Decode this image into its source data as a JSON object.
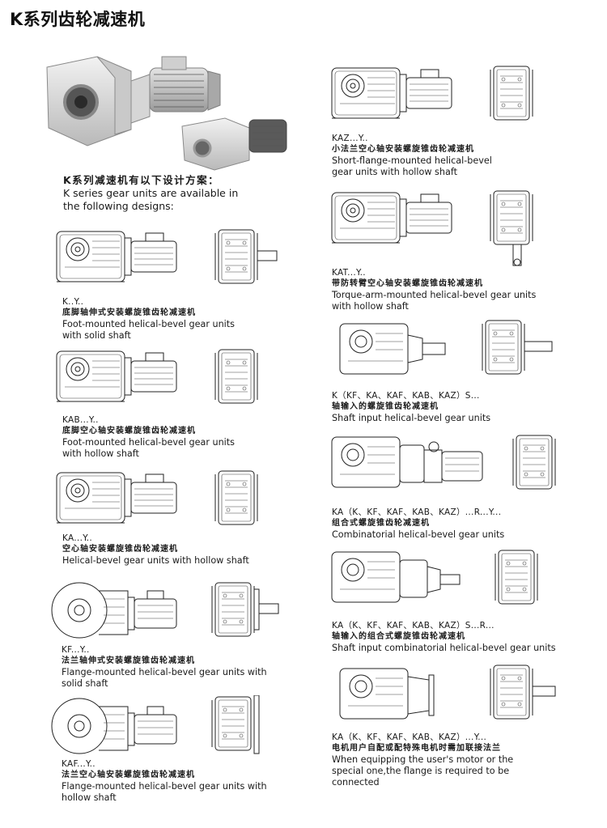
{
  "page_title": "K系列齿轮减速机",
  "intro": {
    "cn": "K系列减速机有以下设计方案：",
    "en_line1": "K series gear units are available in",
    "en_line2": "the following designs:"
  },
  "left_column": [
    {
      "code": "K..Y..",
      "cn": "底脚轴伸式安装螺旋锥齿轮减速机",
      "en1": "Foot-mounted helical-bevel gear units",
      "en2": "with solid shaft"
    },
    {
      "code": "KAB...Y..",
      "cn": "底脚空心轴安装螺旋锥齿轮减速机",
      "en1": "Foot-mounted helical-bevel gear units",
      "en2": "with hollow shaft"
    },
    {
      "code": "KA...Y..",
      "cn": "空心轴安装螺旋锥齿轮减速机",
      "en1": "Helical-bevel gear units with hollow shaft",
      "en2": ""
    },
    {
      "code": "KF...Y..",
      "cn": "法兰轴伸式安装螺旋锥齿轮减速机",
      "en1": "Flange-mounted helical-bevel gear units with",
      "en2": "solid shaft"
    },
    {
      "code": "KAF...Y..",
      "cn": "法兰空心轴安装螺旋锥齿轮减速机",
      "en1": "Flange-mounted helical-bevel gear units with",
      "en2": "hollow shaft"
    }
  ],
  "right_column": [
    {
      "code": "KAZ...Y..",
      "cn": "小法兰空心轴安装螺旋锥齿轮减速机",
      "en1": "Short-flange-mounted helical-bevel",
      "en2": "gear units with hollow shaft"
    },
    {
      "code": "KAT...Y..",
      "cn": "带防转臂空心轴安装螺旋锥齿轮减速机",
      "en1": "Torque-arm-mounted helical-bevel gear units",
      "en2": "with hollow shaft"
    },
    {
      "code": "K（KF、KA、KAF、KAB、KAZ）S...",
      "cn": "轴输入的螺旋锥齿轮减速机",
      "en1": "Shaft input helical-bevel gear units",
      "en2": ""
    },
    {
      "code": "KA（K、KF、KAF、KAB、KAZ）...R...Y...",
      "cn": "组合式螺旋锥齿轮减速机",
      "en1": "Combinatorial helical-bevel gear units",
      "en2": ""
    },
    {
      "code": "KA（K、KF、KAF、KAB、KAZ）S...R...",
      "cn": "轴输入的组合式螺旋锥齿轮减速机",
      "en1": "Shaft input combinatorial helical-bevel gear units",
      "en2": ""
    },
    {
      "code": "KA（K、KF、KAF、KAB、KAZ）...Y...",
      "cn": "电机用户自配或配特殊电机时需加联接法兰",
      "en1": "When equipping the user's motor or the",
      "en2": "special one,the flange is required to be",
      "en3": "connected"
    }
  ]
}
